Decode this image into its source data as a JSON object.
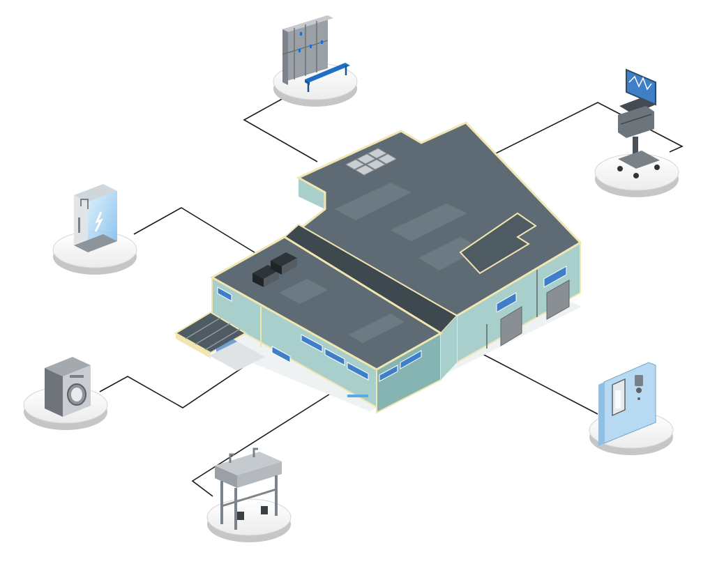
{
  "diagram": {
    "center": {
      "name": "factory-building",
      "icon": "factory-building-icon"
    },
    "nodes": [
      {
        "id": "lockers",
        "icon": "locker-room-icon"
      },
      {
        "id": "monitor",
        "icon": "monitoring-cart-icon"
      },
      {
        "id": "shower",
        "icon": "shower-cabin-icon"
      },
      {
        "id": "washer",
        "icon": "washing-machine-icon"
      },
      {
        "id": "sink",
        "icon": "wash-trough-icon"
      },
      {
        "id": "dispenser",
        "icon": "dispenser-station-icon"
      }
    ],
    "colors": {
      "roof": "#5f6b74",
      "roof_dark": "#4c575f",
      "wall": "#a9cfcd",
      "wall_dark": "#86b4b2",
      "trim": "#f1e6b0",
      "window": "#3f7fc7",
      "platform_top": "#f2f2f2",
      "platform_side": "#c9c9c9",
      "connector": "#1a1a1a",
      "accent_blue": "#1e6fc4"
    }
  }
}
